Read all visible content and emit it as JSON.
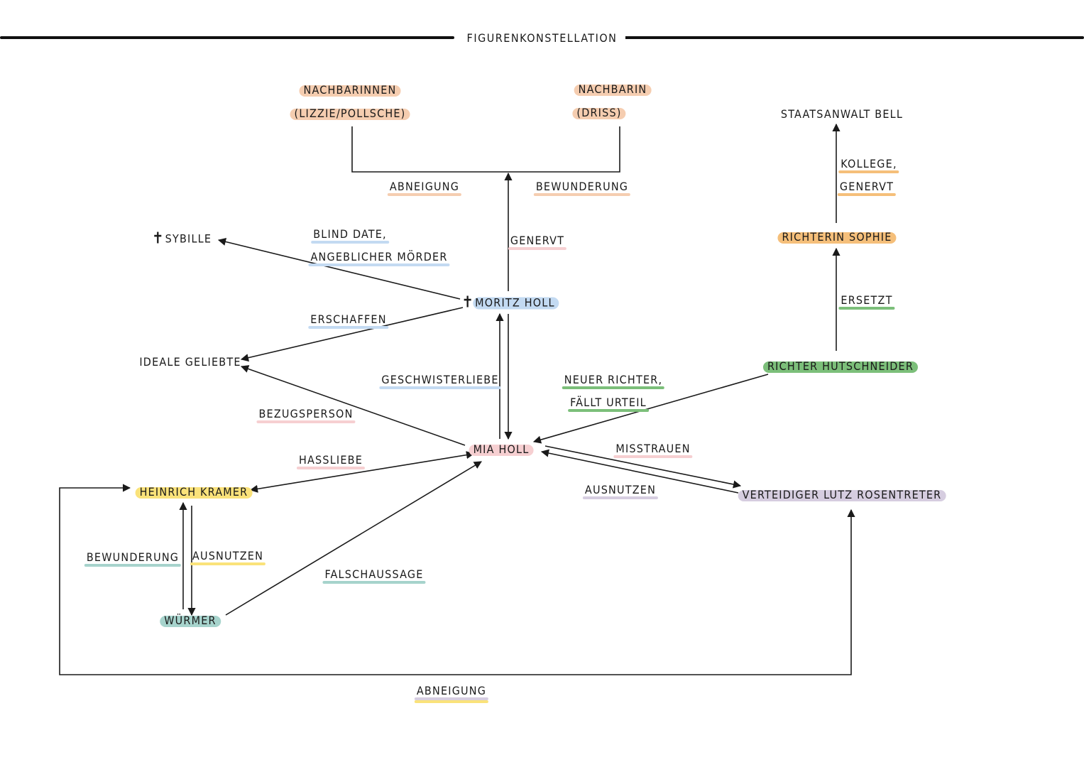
{
  "title": "FIGURENKONSTELLATION",
  "colors": {
    "peach": "#f5cdb0",
    "orange": "#f5bf7a",
    "green": "#7cbf7a",
    "blue": "#c3daf2",
    "pink": "#f6cfd1",
    "yellow": "#fae27a",
    "teal": "#a6d3cc",
    "lavender": "#d6cde0",
    "line": "#1a1a1a"
  },
  "nodes": {
    "nachbarinnen_1": "NACHBARINNEN",
    "nachbarinnen_2": "(LIZZIE/POLLSCHE)",
    "nachbarin_1": "NACHBARIN",
    "nachbarin_2": "(DRISS)",
    "staatsanwalt": "STAATSANWALT BELL",
    "richterin": "RICHTERIN SOPHIE",
    "sybille": "SYBILLE",
    "moritz": "MORITZ HOLL",
    "ideale": "IDEALE GELIEBTE",
    "hutschneider": "RICHTER HUTSCHNEIDER",
    "mia": "MIA HOLL",
    "kramer": "HEINRICH KRAMER",
    "verteidiger": "VERTEIDIGER LUTZ ROSENTRETER",
    "wuermer": "WÜRMER"
  },
  "edge_labels": {
    "abneigung_top": "ABNEIGUNG",
    "bewunderung_top": "BEWUNDERUNG",
    "kollege": "KOLLEGE,",
    "genervt_right": "GENERVT",
    "blind_date": "BLIND DATE,",
    "angeblicher": "ANGEBLICHER MÖRDER",
    "genervt_center": "GENERVT",
    "ersetzt": "ERSETZT",
    "erschaffen": "ERSCHAFFEN",
    "geschwisterliebe": "GESCHWISTERLIEBE",
    "neuer_richter": "NEUER RICHTER,",
    "faellt_urteil": "FÄLLT URTEIL",
    "bezugsperson": "BEZUGSPERSON",
    "hassliebe": "HASSLIEBE",
    "misstrauen": "MISSTRAUEN",
    "ausnutzen_right": "AUSNUTZEN",
    "bewunderung_left": "BEWUNDERUNG",
    "ausnutzen_left": "AUSNUTZEN",
    "falschaussage": "FALSCHAUSSAGE",
    "abneigung_bottom": "ABNEIGUNG"
  }
}
